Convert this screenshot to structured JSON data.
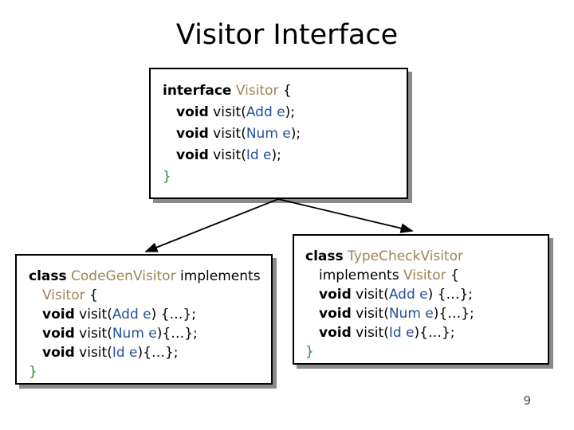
{
  "slide": {
    "title": "Visitor Interface",
    "page_number": "9"
  },
  "colors": {
    "title": "#000000",
    "keyword": "#000000",
    "type_name": "#A08352",
    "param_type": "#23509B",
    "plain_code": "#000000",
    "closing_brace": "#2E8B3D",
    "box_border": "#000000",
    "box_shadow": "#8A8A8A",
    "connector": "#000000",
    "page_number": "#4D4D4D"
  },
  "boxes": [
    {
      "name": "visitor-interface-box",
      "lines": [
        {
          "indent": 0,
          "spans": [
            {
              "t": "interface",
              "c": "kw"
            },
            {
              "t": " ",
              "c": "plain"
            },
            {
              "t": "Visitor",
              "c": "type"
            },
            {
              "t": " {",
              "c": "plain"
            }
          ]
        },
        {
          "indent": 1,
          "spans": [
            {
              "t": "void",
              "c": "kw"
            },
            {
              "t": " visit(",
              "c": "plain"
            },
            {
              "t": "Add e",
              "c": "param"
            },
            {
              "t": ");",
              "c": "plain"
            }
          ]
        },
        {
          "indent": 1,
          "spans": [
            {
              "t": "void",
              "c": "kw"
            },
            {
              "t": " visit(",
              "c": "plain"
            },
            {
              "t": "Num e",
              "c": "param"
            },
            {
              "t": ");",
              "c": "plain"
            }
          ]
        },
        {
          "indent": 1,
          "spans": [
            {
              "t": "void",
              "c": "kw"
            },
            {
              "t": " visit(",
              "c": "plain"
            },
            {
              "t": "Id e",
              "c": "param"
            },
            {
              "t": ");",
              "c": "plain"
            }
          ]
        },
        {
          "indent": 0,
          "spans": [
            {
              "t": "}",
              "c": "brace"
            }
          ]
        }
      ]
    },
    {
      "name": "codegen-visitor-box",
      "lines": [
        {
          "indent": 0,
          "spans": [
            {
              "t": "class",
              "c": "kw"
            },
            {
              "t": " ",
              "c": "plain"
            },
            {
              "t": "CodeGenVisitor",
              "c": "type"
            },
            {
              "t": " implements",
              "c": "plain"
            }
          ]
        },
        {
          "indent": 1,
          "spans": [
            {
              "t": "Visitor",
              "c": "type"
            },
            {
              "t": " {",
              "c": "plain"
            }
          ]
        },
        {
          "indent": 1,
          "spans": [
            {
              "t": "void",
              "c": "kw"
            },
            {
              "t": " visit(",
              "c": "plain"
            },
            {
              "t": "Add e",
              "c": "param"
            },
            {
              "t": ") {…};",
              "c": "plain"
            }
          ]
        },
        {
          "indent": 1,
          "spans": [
            {
              "t": "void",
              "c": "kw"
            },
            {
              "t": " visit(",
              "c": "plain"
            },
            {
              "t": "Num e",
              "c": "param"
            },
            {
              "t": "){…};",
              "c": "plain"
            }
          ]
        },
        {
          "indent": 1,
          "spans": [
            {
              "t": "void",
              "c": "kw"
            },
            {
              "t": " visit(",
              "c": "plain"
            },
            {
              "t": "Id e",
              "c": "param"
            },
            {
              "t": "){…};",
              "c": "plain"
            }
          ]
        },
        {
          "indent": 0,
          "spans": [
            {
              "t": "}",
              "c": "brace"
            }
          ]
        }
      ]
    },
    {
      "name": "typecheck-visitor-box",
      "lines": [
        {
          "indent": 0,
          "spans": [
            {
              "t": "class",
              "c": "kw"
            },
            {
              "t": " ",
              "c": "plain"
            },
            {
              "t": "TypeCheckVisitor",
              "c": "type"
            }
          ]
        },
        {
          "indent": 1,
          "spans": [
            {
              "t": "implements ",
              "c": "plain"
            },
            {
              "t": "Visitor",
              "c": "type"
            },
            {
              "t": " {",
              "c": "plain"
            }
          ]
        },
        {
          "indent": 1,
          "spans": [
            {
              "t": "void",
              "c": "kw"
            },
            {
              "t": " visit(",
              "c": "plain"
            },
            {
              "t": "Add e",
              "c": "param"
            },
            {
              "t": ") {…};",
              "c": "plain"
            }
          ]
        },
        {
          "indent": 1,
          "spans": [
            {
              "t": "void",
              "c": "kw"
            },
            {
              "t": " visit(",
              "c": "plain"
            },
            {
              "t": "Num e",
              "c": "param"
            },
            {
              "t": "){…};",
              "c": "plain"
            }
          ]
        },
        {
          "indent": 1,
          "spans": [
            {
              "t": "void",
              "c": "kw"
            },
            {
              "t": " visit(",
              "c": "plain"
            },
            {
              "t": "Id e",
              "c": "param"
            },
            {
              "t": "){…};",
              "c": "plain"
            }
          ]
        },
        {
          "indent": 0,
          "spans": [
            {
              "t": "}",
              "c": "brace"
            }
          ]
        }
      ]
    }
  ]
}
